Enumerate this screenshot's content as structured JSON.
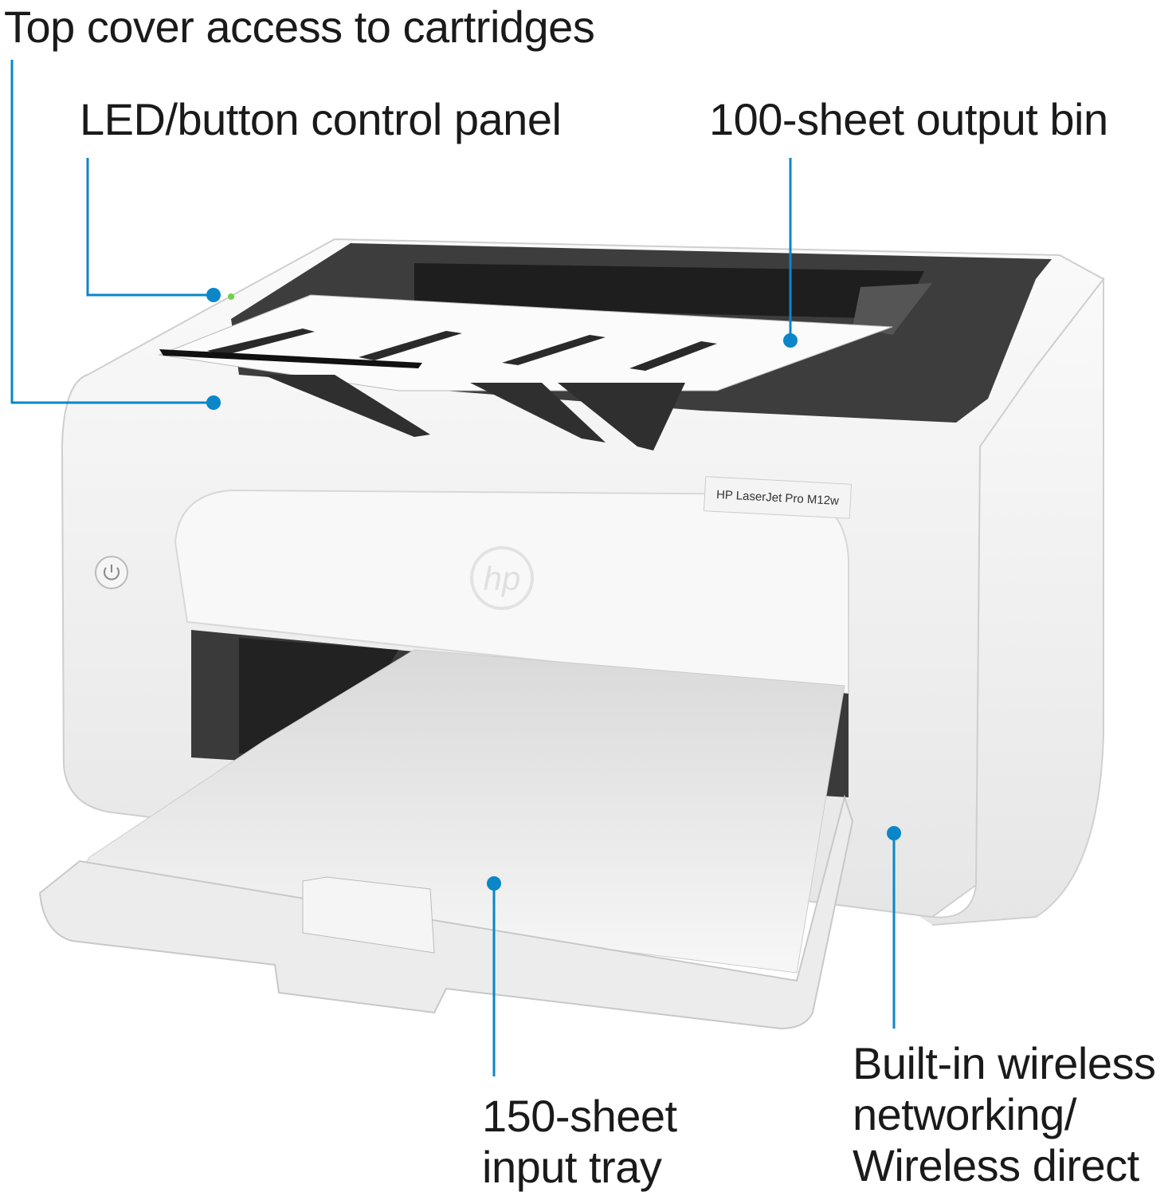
{
  "callouts": {
    "top_cover": "Top cover access to cartridges",
    "control_panel": "LED/button control panel",
    "output_bin": "100-sheet output bin",
    "input_tray": [
      "150-sheet",
      "input tray"
    ],
    "wireless": [
      "Built-in wireless",
      "networking/",
      "Wireless direct"
    ]
  },
  "product": {
    "model_label": "HP LaserJet Pro M12w",
    "logo": "hp"
  },
  "colors": {
    "callout": "#0a86c9",
    "body": "#f2f2f2",
    "dark": "#3a3a3a"
  }
}
